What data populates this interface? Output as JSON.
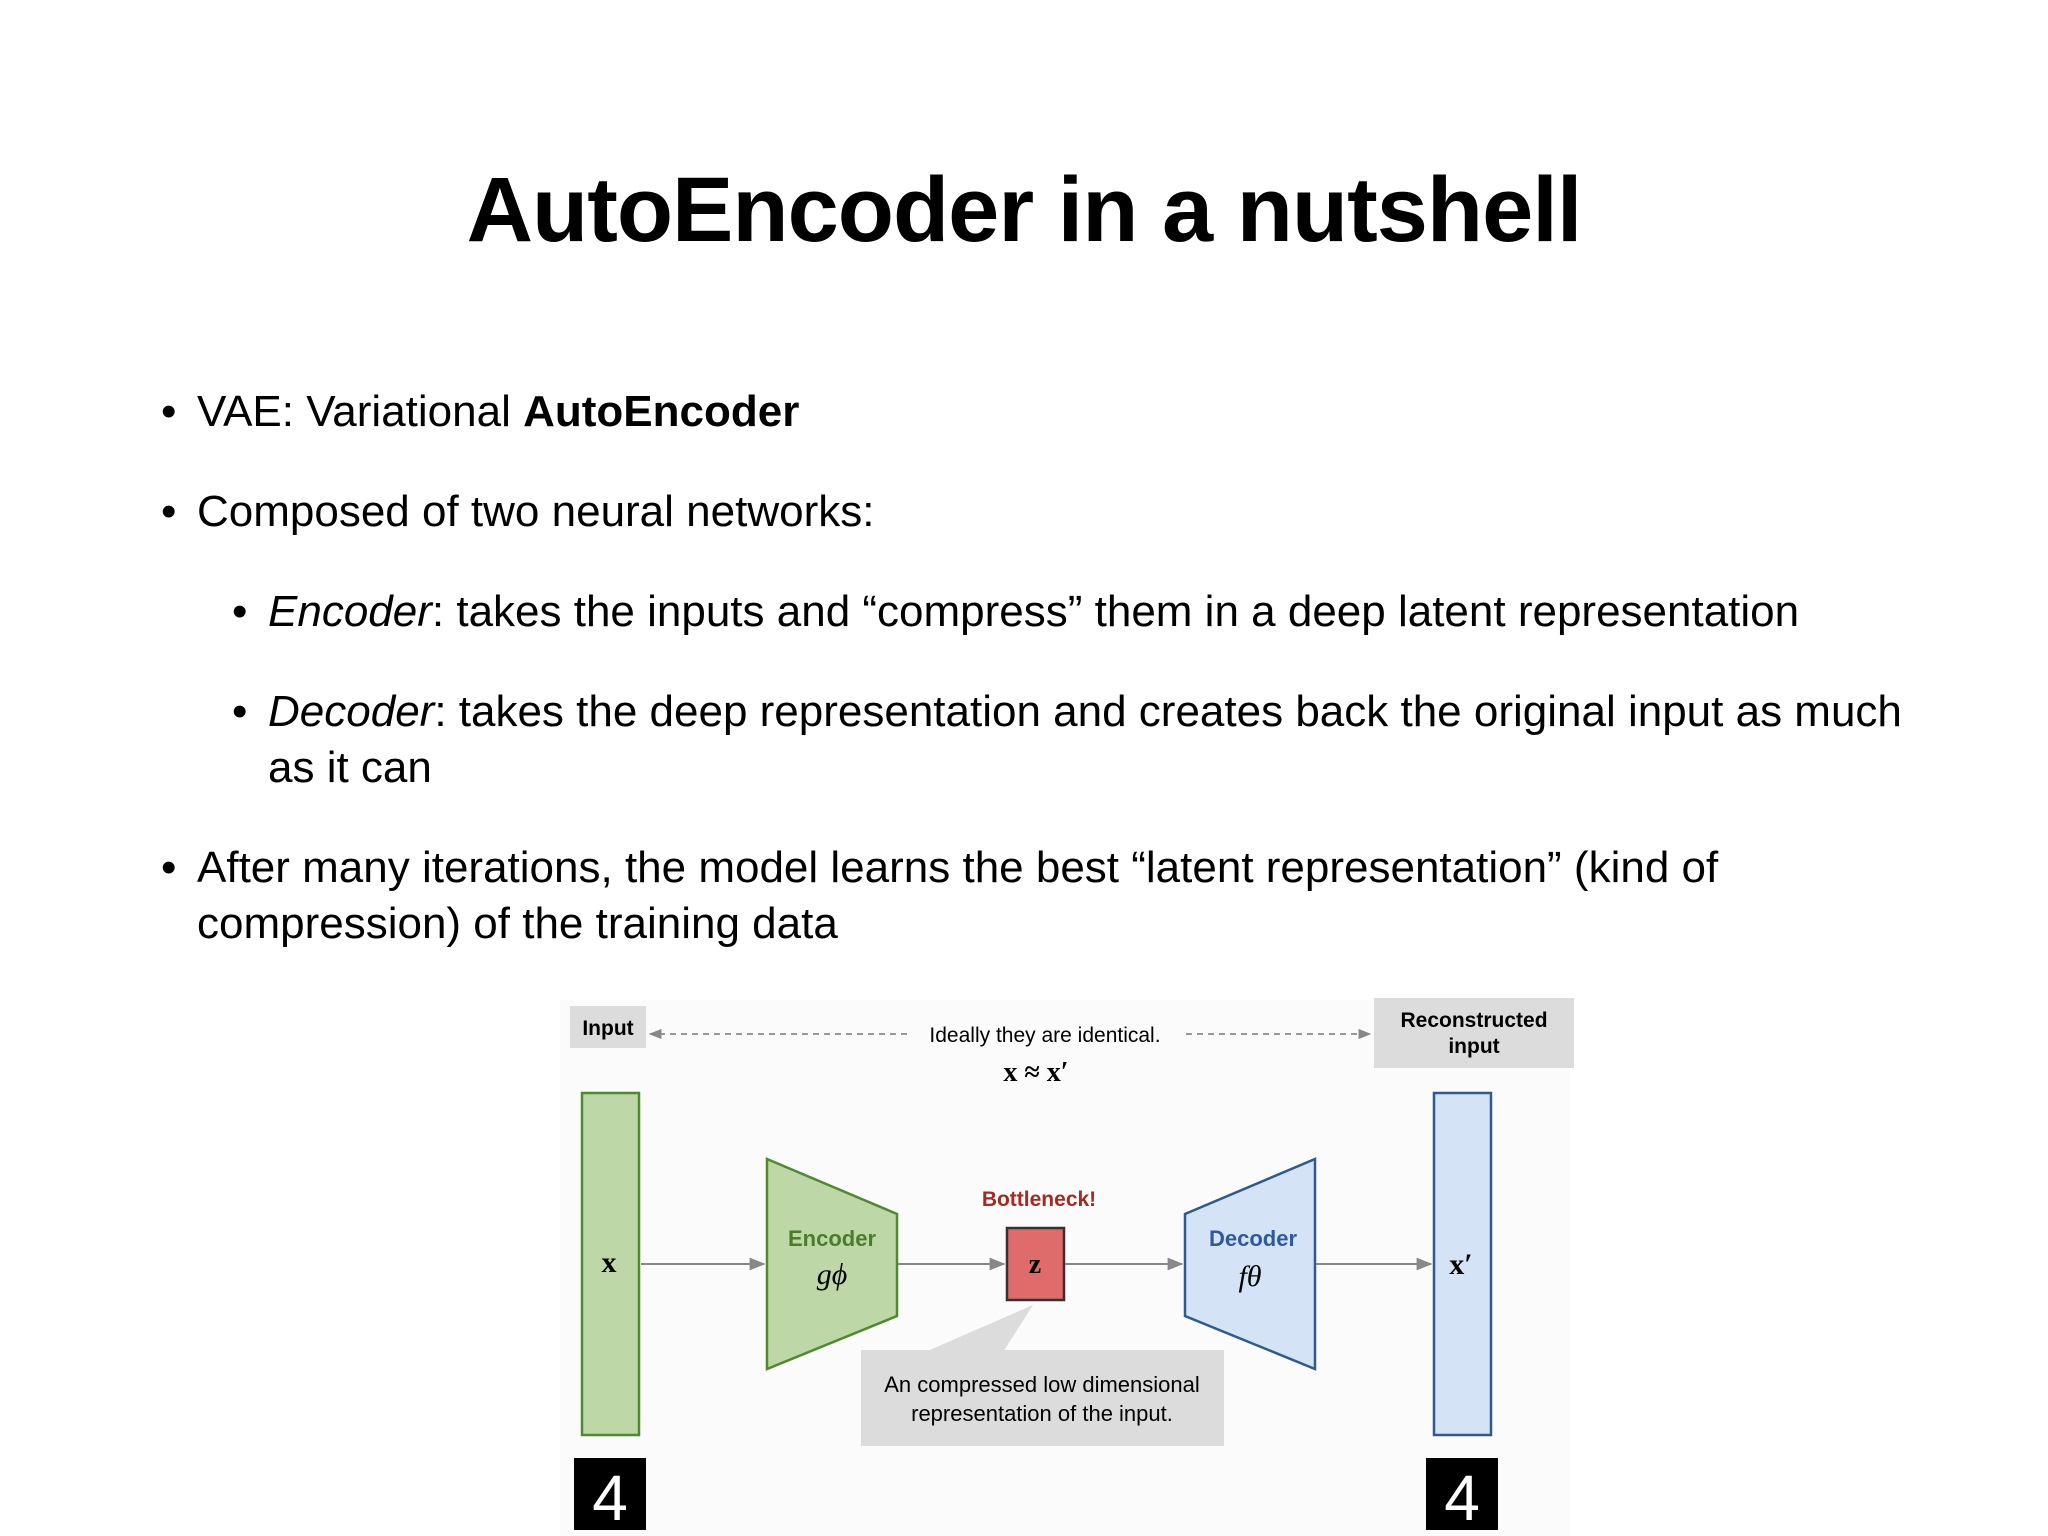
{
  "slide": {
    "title": "AutoEncoder in a nutshell",
    "bullets": {
      "b1_prefix": "VAE: Variational ",
      "b1_bold": "AutoEncoder",
      "b2": "Composed of two neural networks:",
      "b3_italic": "Encoder",
      "b3_rest": ": takes the inputs and “compress” them in a deep latent representation",
      "b4_italic": "Decoder",
      "b4_rest": ": takes the deep representation and creates back the original input as much as it can",
      "b5": "After many iterations, the model learns the best “latent representation” (kind of compression) of the training data"
    }
  },
  "diagram": {
    "input_label": "Input",
    "reconstructed_label_line1": "Reconstructed",
    "reconstructed_label_line2": "input",
    "identical_note": "Ideally they are identical.",
    "identical_formula": "x ≈ x′",
    "input_var": "x",
    "output_var": "x′",
    "encoder_label": "Encoder",
    "encoder_fn": "gϕ",
    "decoder_label": "Decoder",
    "decoder_fn": "fθ",
    "bottleneck_label": "Bottleneck!",
    "latent_var": "z",
    "callout_line1": "An compressed low dimensional",
    "callout_line2": "representation of the input.",
    "digit_in": "4",
    "digit_out": "4",
    "colors": {
      "green_fill": "#bdd7a6",
      "green_stroke": "#4f8a2e",
      "blue_fill": "#d4e3f5",
      "blue_stroke": "#2e5a8f",
      "red_fill": "#df6b6b",
      "bottleneck_text": "#a52a1f",
      "encoder_text": "#4a7d2a",
      "decoder_text": "#2e5a9c",
      "label_box": "#dcdcdc"
    }
  }
}
